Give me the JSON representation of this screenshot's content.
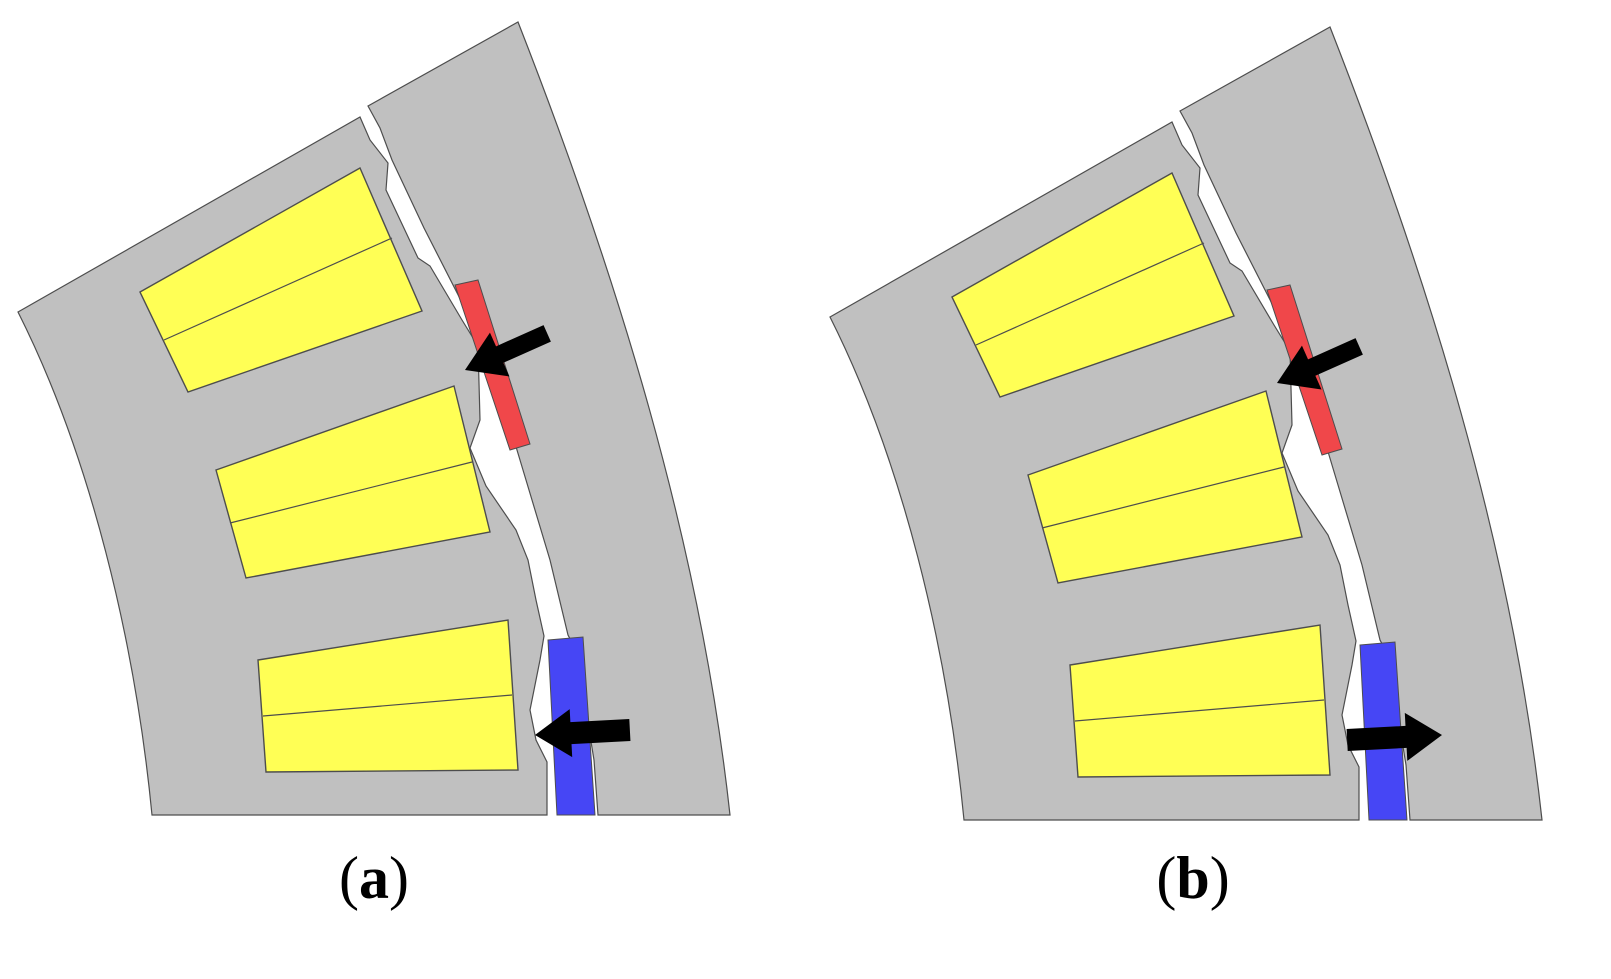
{
  "panels": [
    {
      "id": "a",
      "label": "a",
      "bottom_magnet_force": "inward"
    },
    {
      "id": "b",
      "label": "b",
      "bottom_magnet_force": "outward"
    }
  ],
  "colors": {
    "core": "#c0c0c0",
    "coil": "#ffff55",
    "magnet_top": "#f0474a",
    "magnet_bottom": "#4646f5",
    "arrow": "#000000",
    "outline": "#4d4d4d"
  },
  "icons": {
    "force_arrow": "arrow-icon"
  }
}
